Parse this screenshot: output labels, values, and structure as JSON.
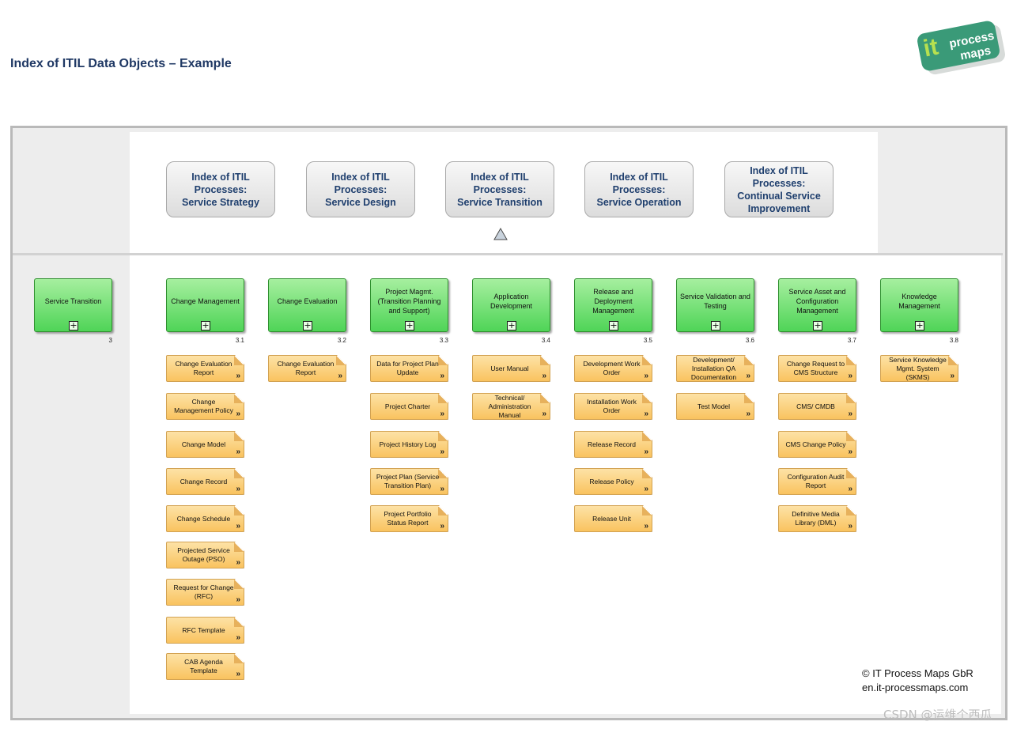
{
  "title": "Index of ITIL Data Objects – Example",
  "logo": {
    "it": "it",
    "word1": "process",
    "word2": "maps"
  },
  "header_buttons": [
    {
      "label": "Index of ITIL\nProcesses:\nService Strategy"
    },
    {
      "label": "Index of ITIL\nProcesses:\nService Design"
    },
    {
      "label": "Index of ITIL\nProcesses:\nService Transition"
    },
    {
      "label": "Index of ITIL\nProcesses:\nService Operation"
    },
    {
      "label": "Index of ITIL\nProcesses:\nContinual Service\nImprovement"
    }
  ],
  "up_icon": "up-triangle-icon",
  "parent_process": {
    "label": "Service Transition",
    "number": "3"
  },
  "processes": [
    {
      "label": "Change Management",
      "number": "3.1",
      "items": [
        "Change Evaluation\nReport",
        "Change\nManagement Policy",
        "Change Model",
        "Change Record",
        "Change Schedule",
        "Projected Service\nOutage (PSO)",
        "Request for Change\n(RFC)",
        "RFC Template",
        "CAB Agenda\nTemplate"
      ]
    },
    {
      "label": "Change Evaluation",
      "number": "3.2",
      "items": [
        "Change Evaluation\nReport"
      ]
    },
    {
      "label": "Project Magmt.\n(Transition Planning\nand Support)",
      "number": "3.3",
      "items": [
        "Data for Project Plan\nUpdate",
        "Project Charter",
        "Project History Log",
        "Project Plan (Service\nTransition Plan)",
        "Project Portfolio\nStatus Report"
      ]
    },
    {
      "label": "Application\nDevelopment",
      "number": "3.4",
      "items": [
        "User Manual",
        "Technical/\nAdministration\nManual"
      ]
    },
    {
      "label": "Release and\nDeployment\nManagement",
      "number": "3.5",
      "items": [
        "Development Work\nOrder",
        "Installation Work\nOrder",
        "Release Record",
        "Release Policy",
        "Release Unit"
      ]
    },
    {
      "label": "Service Validation and\nTesting",
      "number": "3.6",
      "items": [
        "Development/\nInstallation QA\nDocumentation",
        "Test Model"
      ]
    },
    {
      "label": "Service Asset and\nConfiguration\nManagement",
      "number": "3.7",
      "items": [
        "Change Request to\nCMS Structure",
        "CMS/ CMDB",
        "CMS Change Policy",
        "Configuration Audit\nReport",
        "Definitive Media\nLibrary (DML)"
      ]
    },
    {
      "label": "Knowledge\nManagement",
      "number": "3.8",
      "items": [
        "Service Knowledge\nMgmt. System\n(SKMS)"
      ]
    }
  ],
  "expand_symbol": "+",
  "more_symbol": "»",
  "copyright": {
    "line1": "© IT Process Maps GbR",
    "line2": "en.it-processmaps.com"
  },
  "watermark": "CSDN @运维个西瓜"
}
